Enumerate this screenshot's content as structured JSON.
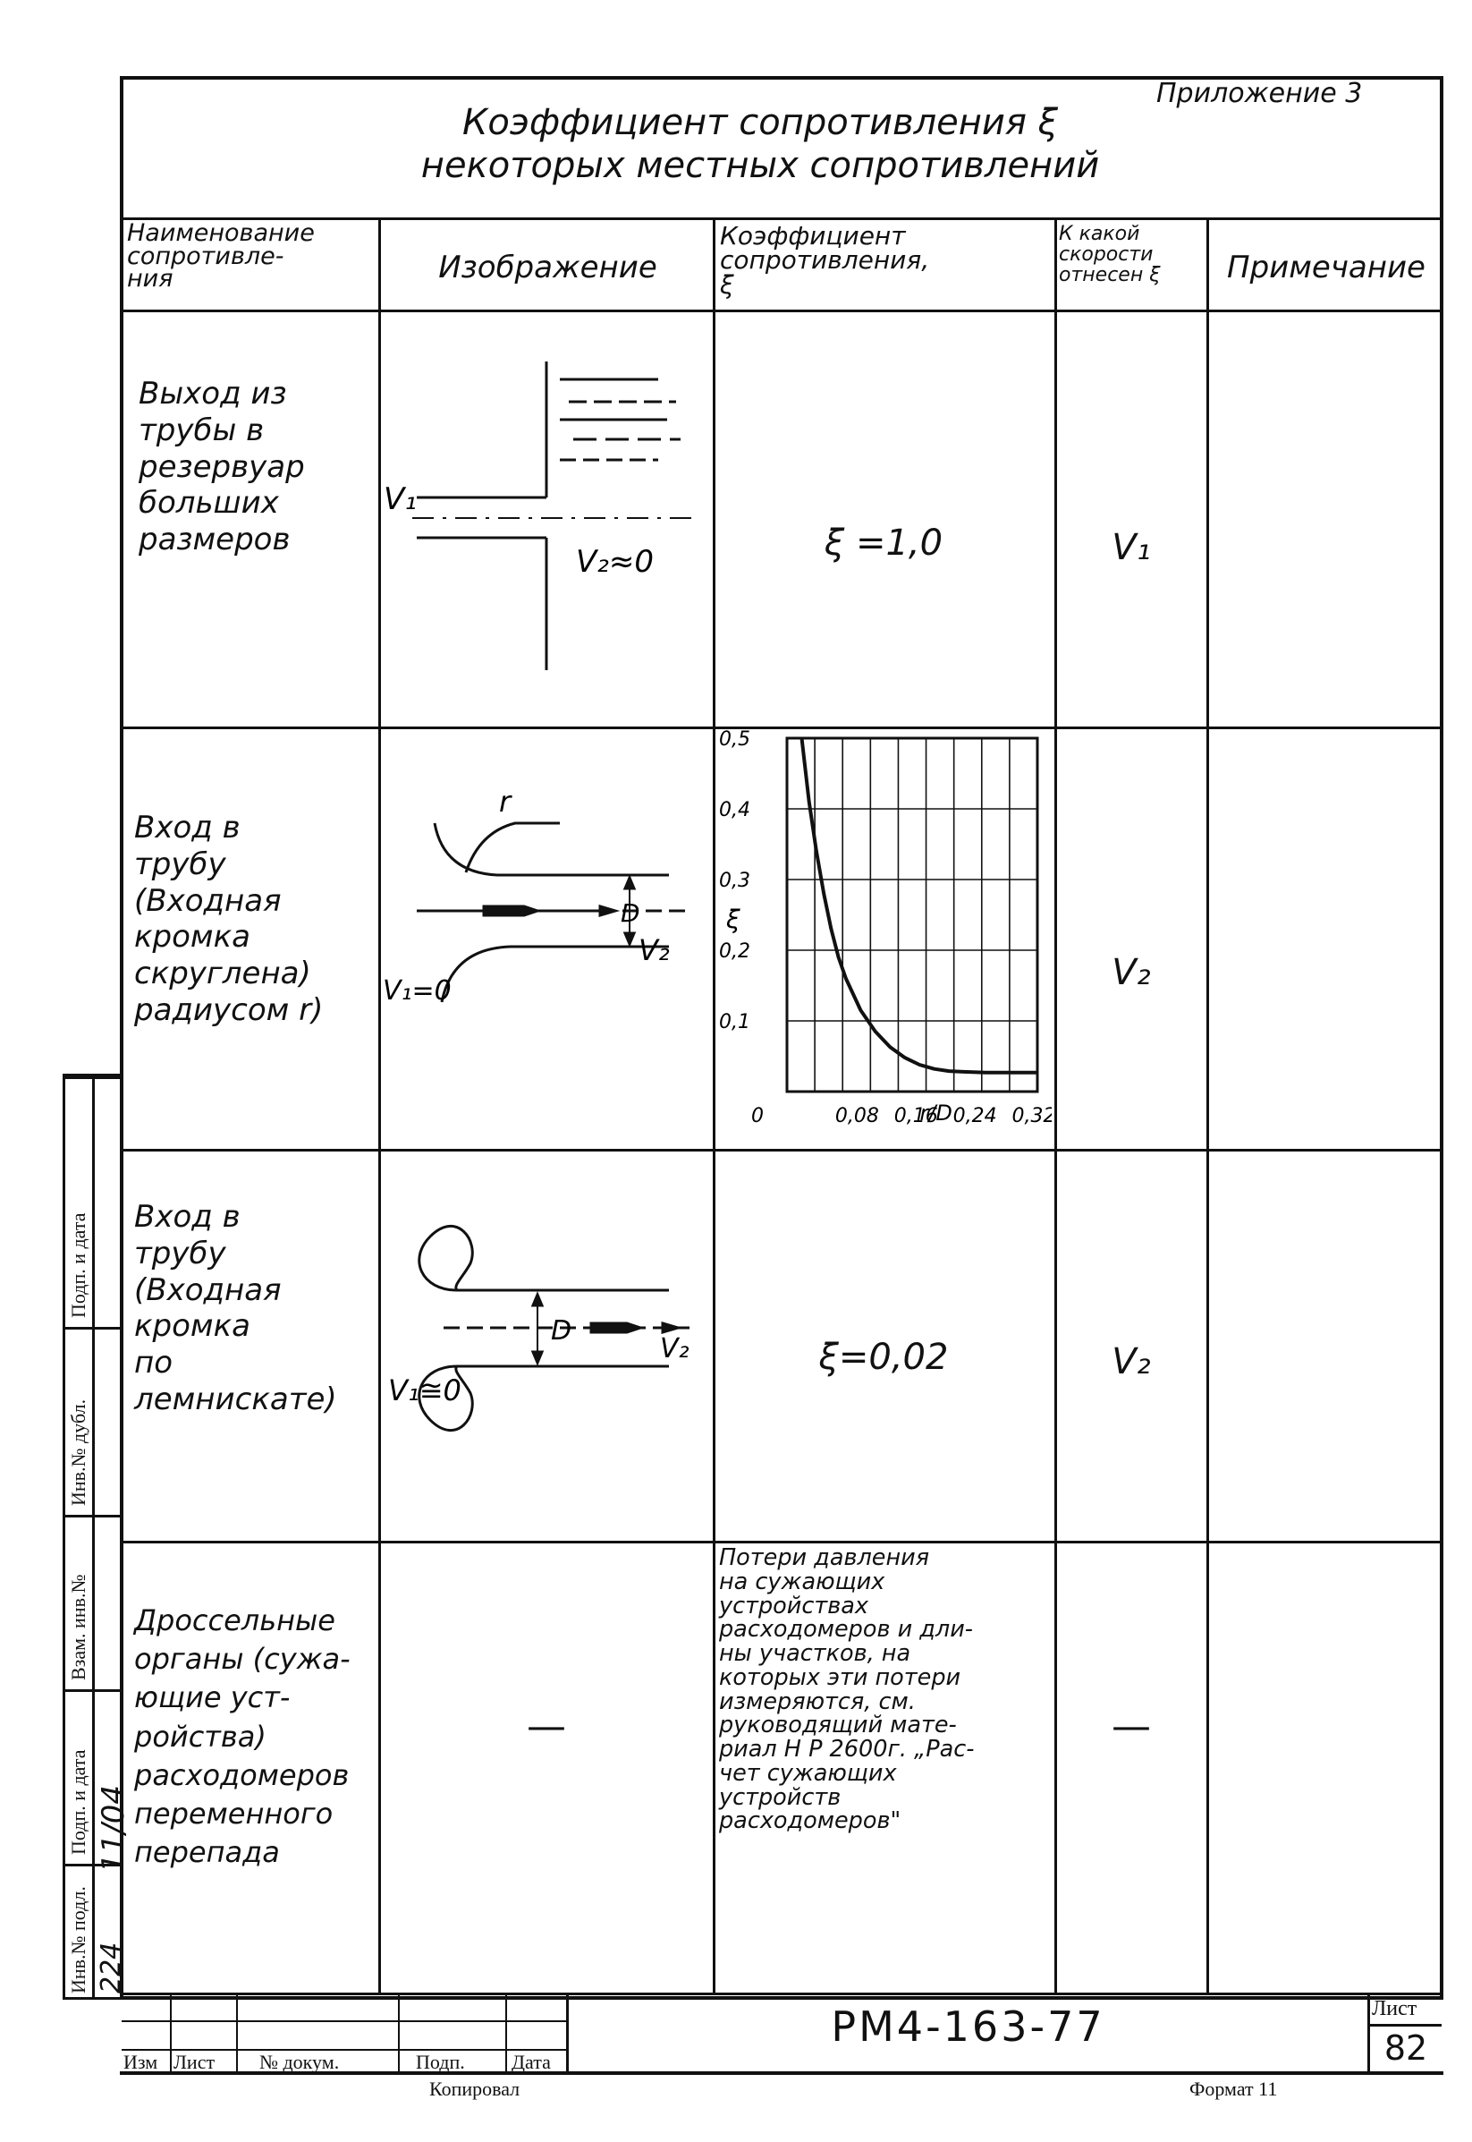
{
  "header": {
    "appendix": "Приложение 3",
    "title_line1": "Коэффициент сопротивления ξ",
    "title_line2": "некоторых местных сопротивлений"
  },
  "columns": {
    "name": "Наименование\nсопротивле-\nния",
    "image": "Изображение",
    "coefficient": "Коэффициент\nсопротивления,\nξ",
    "velocity": "К какой\nскорости\nотнесен ξ",
    "note": "Примечание"
  },
  "rows": [
    {
      "name": "Выход из\nтрубы в\nрезервуар\nбольших\nразмеров",
      "sketch": {
        "v1": "V₁",
        "v2": "V₂≈0"
      },
      "coefficient": "ξ =1,0",
      "velocity": "V₁",
      "note": ""
    },
    {
      "name": "Вход в\nтрубу\n(Входная\nкромка\nскруглена)\nрадиусом r)",
      "sketch": {
        "r": "r",
        "d": "D",
        "v1": "V₁=0",
        "v2": "V₂"
      },
      "coefficient": "",
      "velocity": "V₂",
      "note": ""
    },
    {
      "name": "Вход в\nтрубу\n(Входная\nкромка\nпо\nлемнискате)",
      "sketch": {
        "d": "D",
        "v1": "V₁≅0",
        "v2": "V₂"
      },
      "coefficient": "ξ=0,02",
      "velocity": "V₂",
      "note": ""
    },
    {
      "name": "Дроссельные\nорганы (сужа-\nющие уст-\nройства)\nрасходомеров\nпеременного\nперепада",
      "sketch": {
        "dash": "—"
      },
      "coefficient": "Потери давления\nна сужающих\nустройствах\nрасходомеров и дли-\nны участков, на\nкоторых эти потери\nизмеряются, см.\nруководящий мате-\nриал H P 2600г. „Рас-\nчет сужающих\nустройств\nрасходомеров\"",
      "velocity": "—",
      "note": ""
    }
  ],
  "chart_data": {
    "type": "line",
    "title": "",
    "xlabel": "r/D",
    "ylabel": "ξ",
    "xlim": [
      0,
      0.34
    ],
    "ylim": [
      0,
      0.5
    ],
    "x_ticks": [
      "0",
      "0,08",
      "0,16",
      "0,24",
      "0,32"
    ],
    "y_ticks": [
      "0,1",
      "0,2",
      "0,3",
      "0,4",
      "0,5"
    ],
    "grid": true,
    "series": [
      {
        "x": [
          0.02,
          0.03,
          0.04,
          0.05,
          0.06,
          0.07,
          0.08,
          0.1,
          0.12,
          0.14,
          0.16,
          0.18,
          0.2,
          0.22,
          0.24,
          0.27,
          0.3,
          0.34
        ],
        "values": [
          0.5,
          0.41,
          0.34,
          0.28,
          0.23,
          0.19,
          0.16,
          0.115,
          0.085,
          0.063,
          0.048,
          0.038,
          0.032,
          0.029,
          0.028,
          0.027,
          0.027,
          0.027
        ]
      }
    ]
  },
  "side_stamp": {
    "labels": [
      "Подп. и дата",
      "Инв.№ дубл.",
      "Взам. инв.№",
      "Подп. и дата",
      "Инв.№ подл."
    ],
    "date_handwritten": "11/04",
    "inv_handwritten": "224"
  },
  "title_block": {
    "columns": [
      "Изм",
      "Лист",
      "№ докум.",
      "Подп.",
      "Дата"
    ],
    "doc_number": "РМ4-163-77",
    "sheet_label": "Лист",
    "sheet_number": "82",
    "copied": "Копировал",
    "format": "Формат 11"
  }
}
